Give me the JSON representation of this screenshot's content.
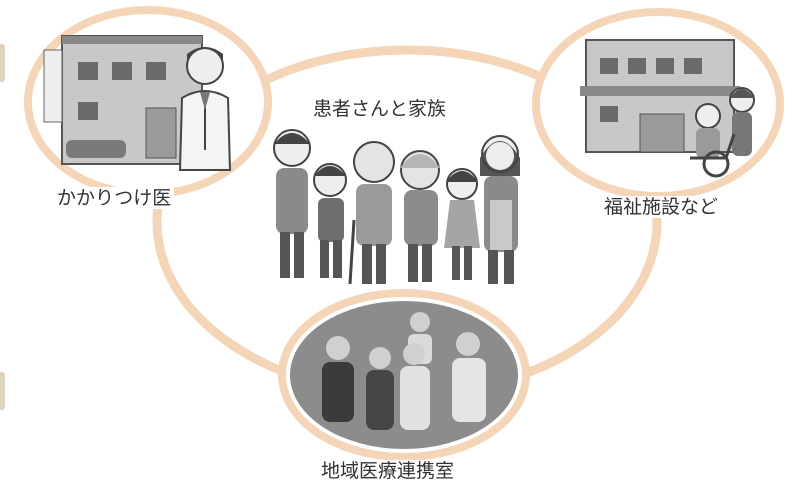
{
  "nodes": {
    "family": {
      "label": "患者さんと家族"
    },
    "clinic": {
      "label": "かかりつけ医"
    },
    "welfare": {
      "label": "福祉施設など"
    },
    "office": {
      "label": "地域医療連携室"
    }
  },
  "colors": {
    "ring": "#f5d5b7",
    "ink": "#333333",
    "photo_bg": "#8c8c8c"
  }
}
